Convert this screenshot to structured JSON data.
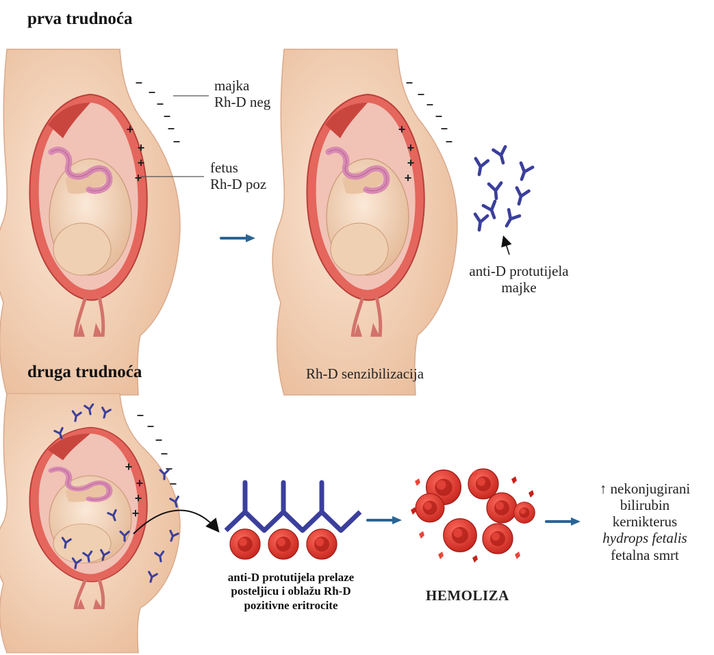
{
  "headings": {
    "first": "prva trudnoća",
    "second": "druga trudnoća"
  },
  "labels": {
    "mother_line1": "majka",
    "mother_line2": "Rh-D neg",
    "fetus_line1": "fetus",
    "fetus_line2": "Rh-D poz",
    "antibodies_line1": "anti-D protutijela",
    "antibodies_line2": "majke",
    "sensitization": "Rh-D senzibilizacija",
    "cross_line1": "anti-D protutijela prelaze",
    "cross_line2": "posteljicu i oblažu Rh-D",
    "cross_line3": "pozitivne eritrocite",
    "hemolysis": "HEMOLIZA"
  },
  "outcomes": {
    "line1": "↑ nekonjugirani",
    "line2": "bilirubin",
    "line3": "kernikterus",
    "line4": "hydrops fetalis",
    "line5": "fetalna smrt"
  },
  "symbols": {
    "minus": "–",
    "plus": "+"
  },
  "colors": {
    "skin": "#f6d9c0",
    "skin_shadow": "#e7b795",
    "uterus": "#e4665c",
    "uterus_dark": "#c9463f",
    "fetus": "#f3d7bd",
    "umbilical": "#d98ab3",
    "antibody": "#3b3f9c",
    "rbc": "#e0352b",
    "rbc_dark": "#a81e18",
    "arrow": "#2a6496"
  },
  "icons": {
    "antibody": "y-shaped-antibody-icon",
    "rbc": "red-blood-cell-icon",
    "arrow": "right-arrow-icon"
  }
}
